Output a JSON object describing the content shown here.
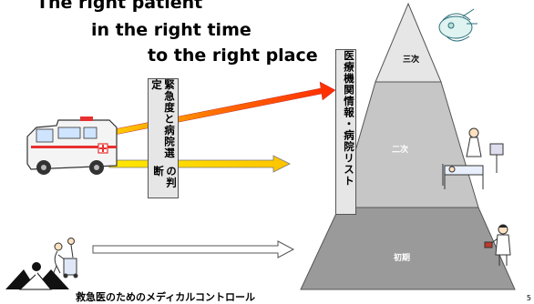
{
  "headline": {
    "line1": "The right patient",
    "line2": "in the right time",
    "line3": "to the right place"
  },
  "decision_box": {
    "col1": "の判断",
    "col2": "緊急度と病院選定"
  },
  "info_box": {
    "text": "医療機関情報・病院リスト"
  },
  "pyramid": {
    "top": "三次",
    "middle": "二次",
    "bottom": "初期"
  },
  "footer": {
    "text": "救急医のためのメディカルコントロール"
  },
  "page_number": "5",
  "colors": {
    "pyramid_top": "#e4e4e4",
    "pyramid_middle": "#c6c6c6",
    "pyramid_bottom": "#9a9a9a",
    "arrow_red": "#ff3300",
    "arrow_yellow": "#ffd000",
    "arrow_white": "#ffffff"
  },
  "icons": [
    "ambulance-icon",
    "elderly-walker-icon",
    "doctor-icon",
    "nurse-patient-bed-icon",
    "patient-monitor-icon",
    "logo-icon"
  ]
}
